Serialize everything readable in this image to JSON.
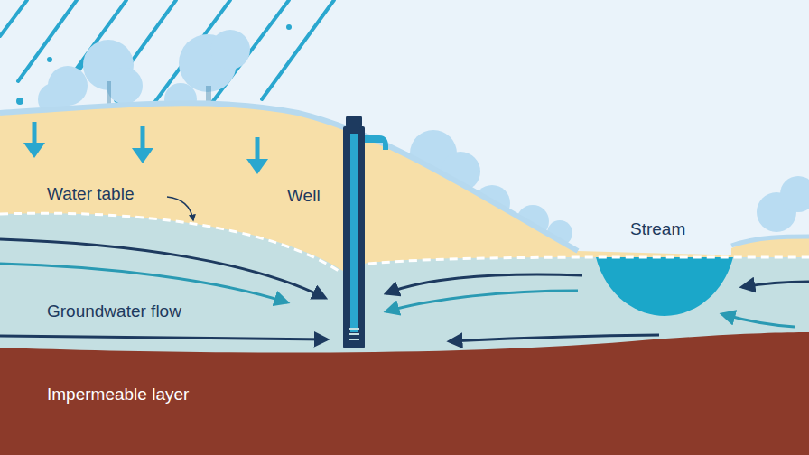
{
  "diagram": {
    "nodes": [
      {
        "text": [
          "Impermeable layer"
        ]
      }
    ],
    "labels": [
      "Water table",
      "Well",
      "Groundwater flow",
      "Stream"
    ]
  }
}
